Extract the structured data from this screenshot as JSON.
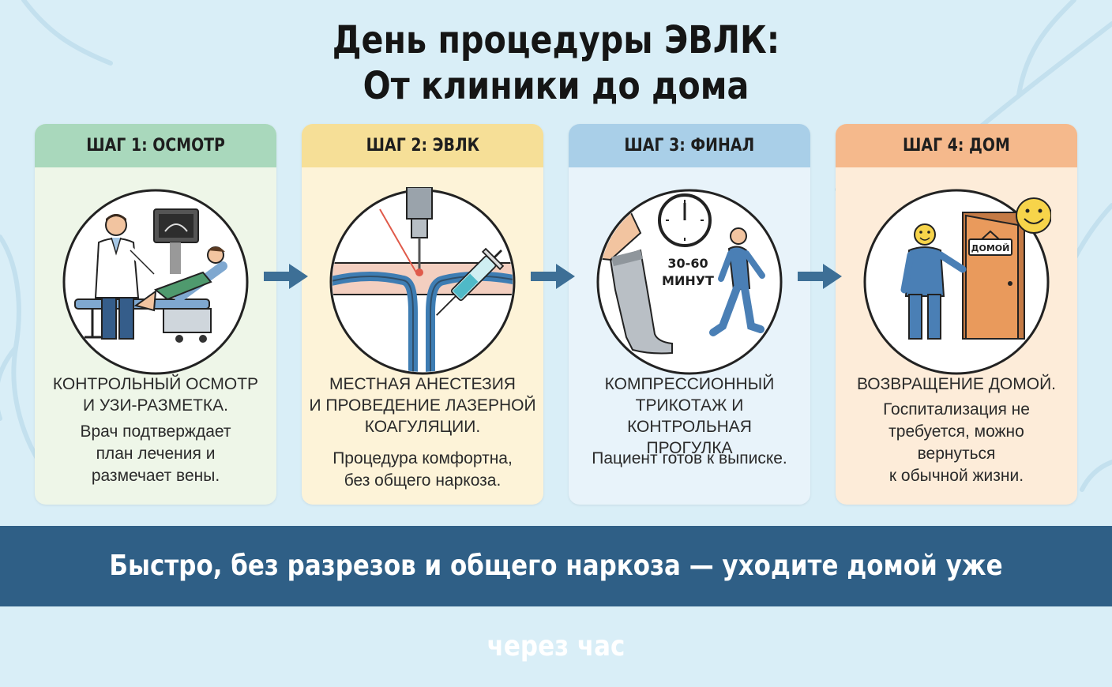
{
  "title": {
    "line1": "День процедуры ЭВЛК:",
    "line2": "От клиники до дома"
  },
  "steps": [
    {
      "header": "ШАГ 1: ОСМОТР",
      "main": [
        "КОНТРОЛЬНЫЙ ОСМОТР",
        "И УЗИ-РАЗМЕТКА."
      ],
      "sub": [
        "Врач подтверждает",
        "план лечения и",
        "размечает вены."
      ],
      "header_color": "#a9d8bc",
      "body_color": "#eef6e8",
      "icon": "doctor-ultrasound-icon"
    },
    {
      "header": "ШАГ 2: ЭВЛК",
      "main": [
        "МЕСТНАЯ АНЕСТЕЗИЯ",
        "И ПРОВЕДЕНИЕ ЛАЗЕРНОЙ",
        "КОАГУЛЯЦИИ."
      ],
      "sub": [
        "Процедура комфортна,",
        "без общего наркоза."
      ],
      "header_color": "#f6df97",
      "body_color": "#fdf3d8",
      "icon": "laser-syringe-icon"
    },
    {
      "header": "ШАГ 3: ФИНАЛ",
      "main": [
        "КОМПРЕССИОННЫЙ",
        "ТРИКОТАЖ И КОНТРОЛЬНАЯ",
        "ПРОГУЛКА"
      ],
      "sub": [
        "Пациент готов к выписке."
      ],
      "header_color": "#a9cfe8",
      "body_color": "#e8f3fa",
      "icon": "stocking-walk-icon",
      "time_label_1": "30-60",
      "time_label_2": "МИНУТ"
    },
    {
      "header": "ШАГ 4: ДОМ",
      "main": [
        "ВОЗВРАЩЕНИЕ ДОМОЙ."
      ],
      "sub": [
        "Госпитализация не",
        "требуется, можно",
        "вернуться",
        "к обычной жизни."
      ],
      "header_color": "#f5b98c",
      "body_color": "#fdecd9",
      "icon": "home-door-icon",
      "door_sign": "ДОМОЙ"
    }
  ],
  "footer": "Быстро, без разрезов и общего наркоза — уходите домой уже через час",
  "colors": {
    "background": "#d9eef7",
    "footer_bg": "#2f5f86",
    "arrow": "#3d6f96",
    "figure_blue": "#4a7fb5",
    "ink": "#1e1e1e"
  }
}
